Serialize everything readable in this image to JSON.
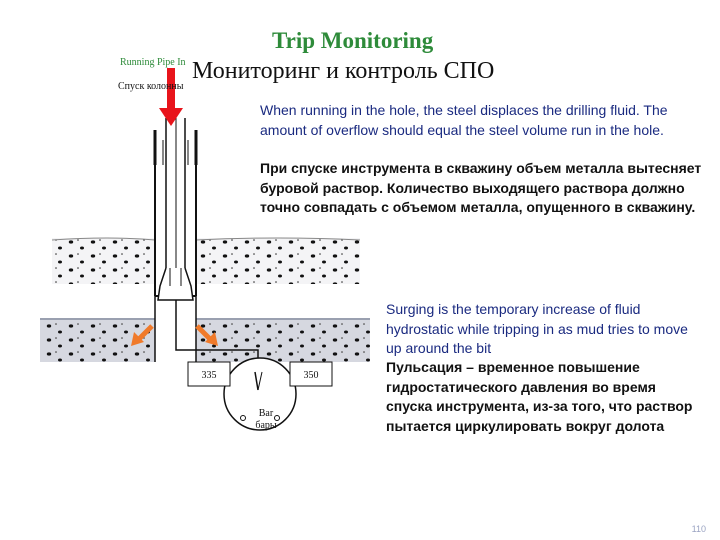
{
  "title": {
    "en": "Trip Monitoring",
    "ru": "Мониторинг и контроль СПО"
  },
  "pipe_label": {
    "en": "Running Pipe In",
    "ru": "Спуск колонны"
  },
  "text_blocks": [
    {
      "en": "When running in the hole, the steel displaces the drilling fluid. The amount of overflow should equal the steel volume run in the hole.",
      "ru": "При спуске инструмента в скважину объем металла вытесняет буровой раствор. Количество выходящего раствора должно точно совпадать с объемом металла, опущенного в скважину."
    },
    {
      "en": "Surging is the temporary increase of fluid hydrostatic while tripping in as mud tries to move up around the bit",
      "ru": "Пульсация – временное повышение гидростатического давления во время спуска инструмента, из-за того, что раствор пытается циркулировать вокруг долота"
    }
  ],
  "gauge": {
    "left_value": "335",
    "right_value": "350",
    "unit_en": "Bar",
    "unit_ru": "бары"
  },
  "colors": {
    "title_green": "#2e8b3a",
    "text_blue": "#1a2a80",
    "arrow_red": "#e8141b",
    "arrow_orange": "#f07a2a",
    "formation_gray": "#d6d8e0"
  },
  "page_number": "110"
}
